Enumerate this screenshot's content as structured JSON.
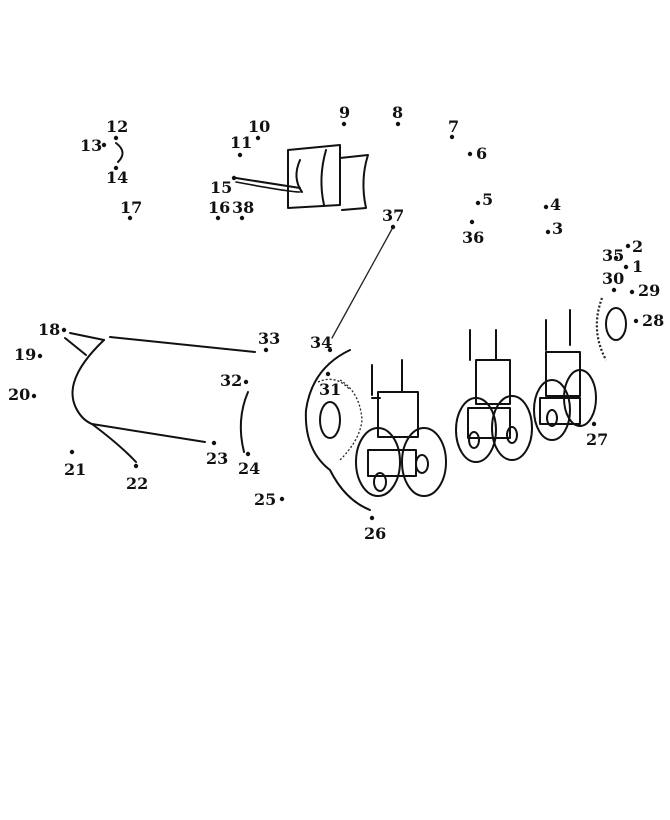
{
  "puzzle": {
    "type": "connect-the-dots",
    "subject": "tank",
    "points": [
      {
        "n": "1"
      },
      {
        "n": "2"
      },
      {
        "n": "3"
      },
      {
        "n": "4"
      },
      {
        "n": "5"
      },
      {
        "n": "6"
      },
      {
        "n": "7"
      },
      {
        "n": "8"
      },
      {
        "n": "9"
      },
      {
        "n": "10"
      },
      {
        "n": "11"
      },
      {
        "n": "12"
      },
      {
        "n": "13"
      },
      {
        "n": "14"
      },
      {
        "n": "15"
      },
      {
        "n": "16"
      },
      {
        "n": "17"
      },
      {
        "n": "18"
      },
      {
        "n": "19"
      },
      {
        "n": "20"
      },
      {
        "n": "21"
      },
      {
        "n": "22"
      },
      {
        "n": "23"
      },
      {
        "n": "24"
      },
      {
        "n": "25"
      },
      {
        "n": "26"
      },
      {
        "n": "27"
      },
      {
        "n": "28"
      },
      {
        "n": "29"
      },
      {
        "n": "30"
      },
      {
        "n": "31"
      },
      {
        "n": "32"
      },
      {
        "n": "33"
      },
      {
        "n": "34"
      },
      {
        "n": "35"
      },
      {
        "n": "36"
      },
      {
        "n": "37"
      },
      {
        "n": "38"
      }
    ]
  },
  "colors": {
    "ink": "#111111",
    "paper": "#ffffff"
  }
}
